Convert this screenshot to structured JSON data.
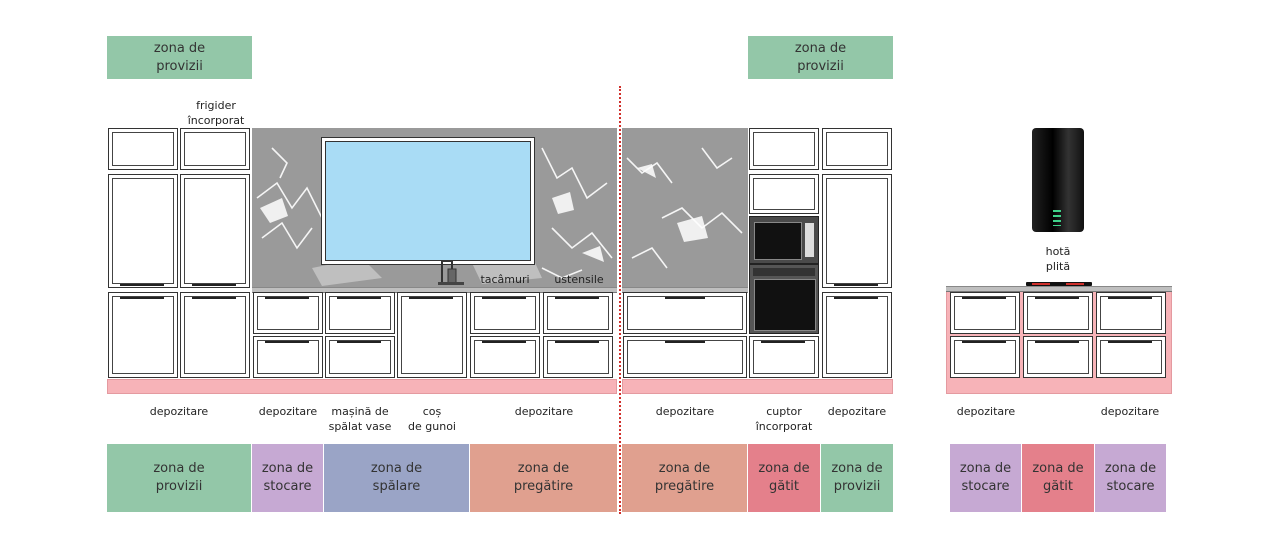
{
  "colors": {
    "provizii": "#93c7a8",
    "stocare": "#c6a9d3",
    "spalare": "#9aa4c6",
    "pregatire": "#e0a08f",
    "gatit": "#e4808b",
    "kickplate": "#f7b3b8",
    "window": "#a9dcf5",
    "divider": "#d0302c"
  },
  "top_zones": {
    "left": "zona de\nprovizii",
    "right": "zona de\nprovizii"
  },
  "callouts": {
    "fridge": "frigider\nîncorporat",
    "cutlery": "tacâmuri",
    "utensils": "ustensile",
    "hood_hob": "hotă\nplită"
  },
  "appliance_labels": [
    "depozitare",
    "depozitare",
    "mașină de\nspălat vase",
    "coș\nde gunoi",
    "depozitare",
    "depozitare",
    "cuptor\nîncorporat",
    "depozitare",
    "depozitare",
    "depozitare"
  ],
  "bottom_zones": [
    {
      "label": "zona de\nprovizii",
      "color": "provizii"
    },
    {
      "label": "zona de\nstocare",
      "color": "stocare"
    },
    {
      "label": "zona de\nspălare",
      "color": "spalare"
    },
    {
      "label": "zona de\npregătire",
      "color": "pregatire"
    },
    {
      "label": "zona de\npregătire",
      "color": "pregatire"
    },
    {
      "label": "zona de\ngătit",
      "color": "gatit"
    },
    {
      "label": "zona de\nprovizii",
      "color": "provizii"
    },
    {
      "label": "zona de\nstocare",
      "color": "stocare"
    },
    {
      "label": "zona de\ngătit",
      "color": "gatit"
    },
    {
      "label": "zona de\nstocare",
      "color": "stocare"
    }
  ],
  "icons": [
    "sink-faucet-icon",
    "microwave-icon",
    "oven-icon",
    "range-hood-icon",
    "cooktop-icon"
  ]
}
